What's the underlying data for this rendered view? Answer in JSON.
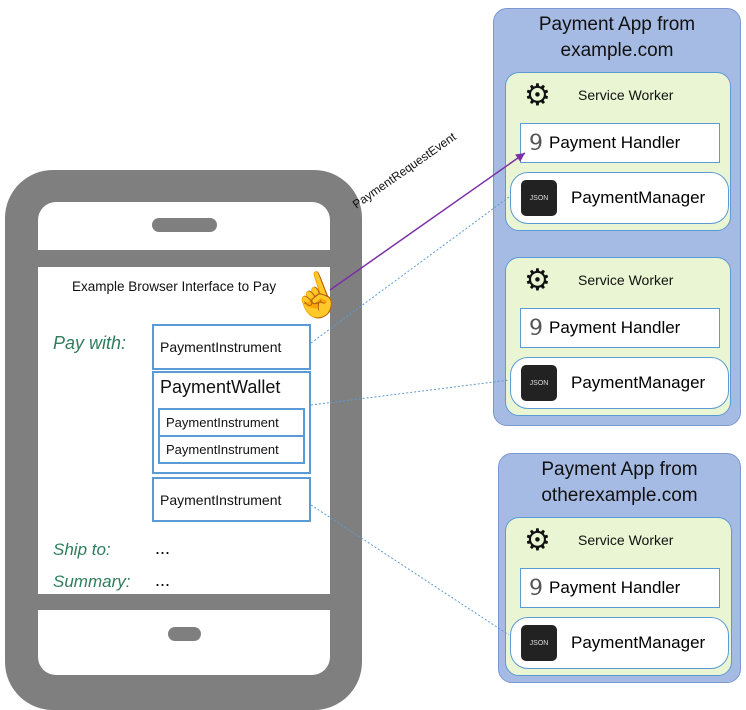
{
  "phone": {
    "header": "Example Browser Interface to Pay",
    "pay_with": "Pay with:",
    "instrument_1": "PaymentInstrument",
    "wallet": "PaymentWallet",
    "wallet_instrument_1": "PaymentInstrument",
    "wallet_instrument_2": "PaymentInstrument",
    "instrument_3": "PaymentInstrument",
    "ship_to": "Ship to:",
    "ship_to_value": "...",
    "summary": "Summary:",
    "summary_value": "..."
  },
  "event_label": "PaymentRequestEvent",
  "apps": [
    {
      "title_1": "Payment App from",
      "title_2": "example.com",
      "workers": [
        {
          "label": "Service Worker",
          "handler": "Payment Handler",
          "manager": "PaymentManager",
          "json": "JSON"
        },
        {
          "label": "Service Worker",
          "handler": "Payment Handler",
          "manager": "PaymentManager",
          "json": "JSON"
        }
      ]
    },
    {
      "title_1": "Payment App from",
      "title_2": "otherexample.com",
      "workers": [
        {
          "label": "Service Worker",
          "handler": "Payment Handler",
          "manager": "PaymentManager",
          "json": "JSON"
        }
      ]
    }
  ],
  "colors": {
    "phone": "#7f7f7f",
    "panel": "#a6bbe3",
    "worker": "#eaf5d3",
    "border": "#5b9bd5",
    "arrow": "#7b2fa8",
    "green_text": "#2e7d5b"
  }
}
